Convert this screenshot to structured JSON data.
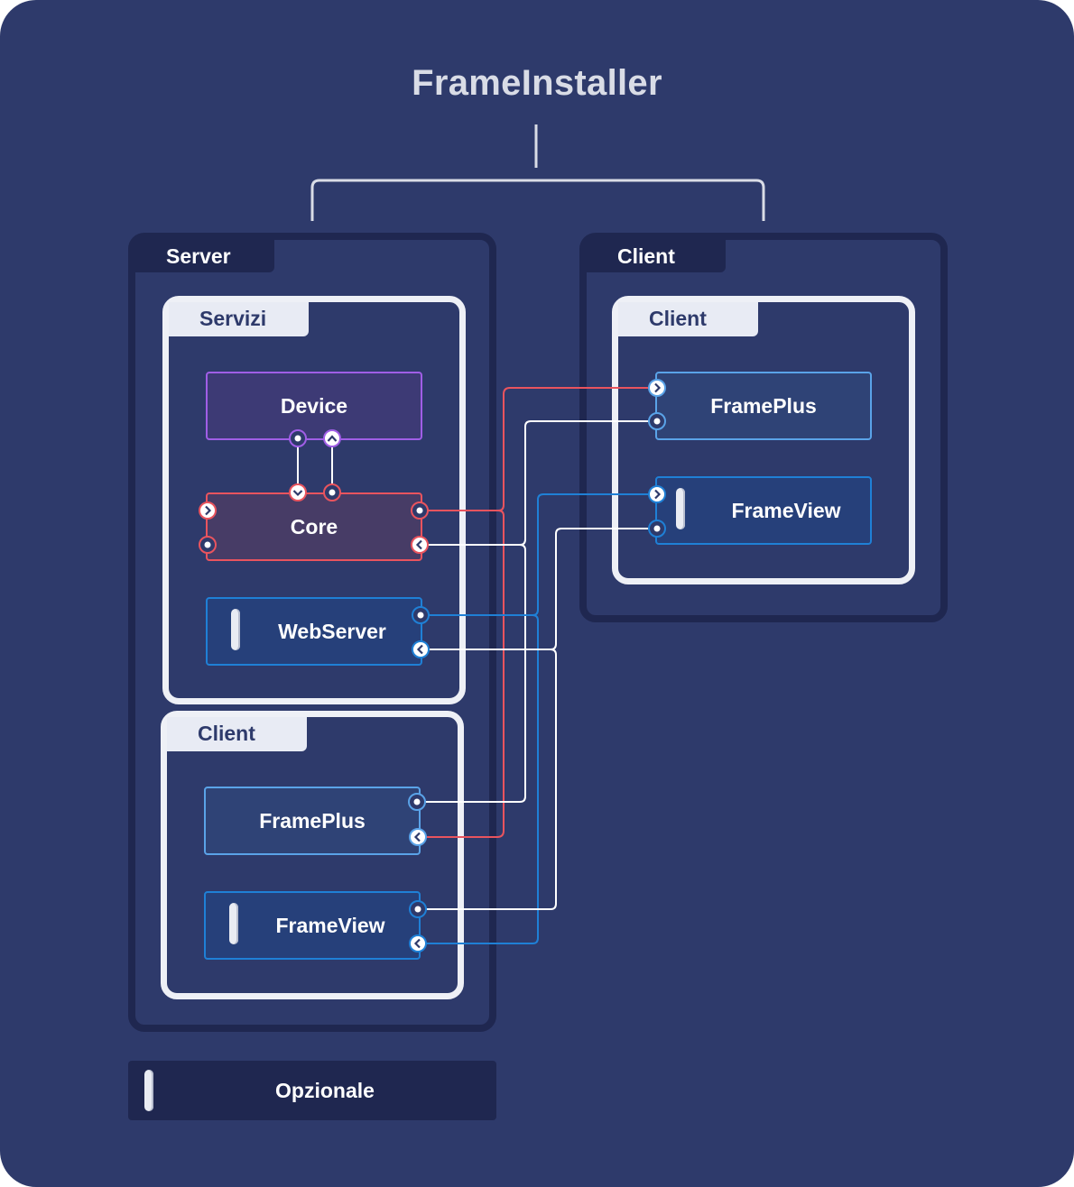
{
  "title": "FrameInstaller",
  "server": {
    "label": "Server",
    "services": {
      "label": "Servizi",
      "device": "Device",
      "core": "Core",
      "webserver": "WebServer"
    },
    "client": {
      "label": "Client",
      "frameplus": "FramePlus",
      "frameview": "FrameView"
    }
  },
  "client": {
    "label": "Client",
    "inner": {
      "label": "Client",
      "frameplus": "FramePlus",
      "frameview": "FrameView"
    }
  },
  "legend": {
    "optional": "Opzionale"
  },
  "colors": {
    "background": "#2e3a6b",
    "dark_panel": "#1f2750",
    "light_panel": "#eef0f6",
    "red": "#e9545e",
    "blue": "#1f80d6",
    "light_blue": "#5aa3e8",
    "purple": "#a05ee6",
    "white_line": "#ffffff"
  }
}
